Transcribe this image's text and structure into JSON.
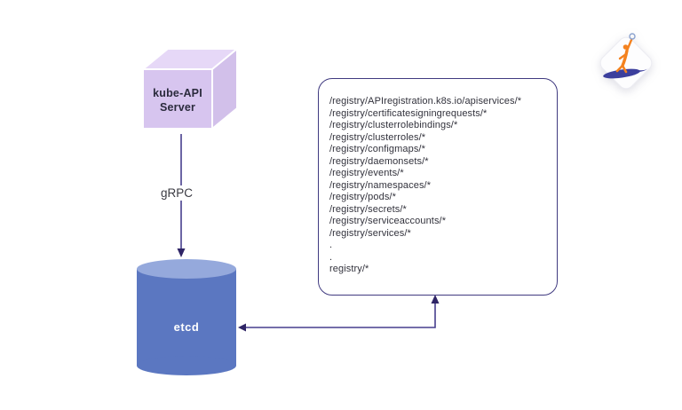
{
  "diagram": {
    "nodes": {
      "api_server": {
        "label": "kube-API Server",
        "shape": "cube"
      },
      "etcd": {
        "label": "etcd",
        "shape": "cylinder"
      }
    },
    "edges": {
      "api_to_etcd": {
        "label": "gRPC",
        "direction": "down"
      },
      "registry_to_etcd": {
        "direction": "box-to-etcd-double-arrow"
      }
    },
    "registry_box": {
      "lines": [
        "/registry/APIregistration.k8s.io/apiservices/*",
        "/registry/certificatesigningrequests/*",
        "/registry/clusterrolebindings/*",
        "/registry/clusterroles/*",
        "/registry/configmaps/*",
        "/registry/daemonsets/*",
        "/registry/events/*",
        "/registry/namespaces/*",
        "/registry/pods/*",
        "/registry/secrets/*",
        "/registry/serviceaccounts/*",
        "/registry/services/*",
        ".",
        ".",
        "registry/*"
      ]
    },
    "icons": {
      "logo": "surfer-on-swoosh-logo",
      "api_server": "cube-icon",
      "etcd": "cylinder-icon"
    },
    "colors": {
      "cube_front": "#d7c5ef",
      "cube_top": "#e6d8f7",
      "cube_side": "#d2c0ea",
      "cylinder_body": "#5b77c1",
      "cylinder_top": "#95a9dc",
      "connector": "#473f8d",
      "arrowhead": "#2f2566",
      "box_border": "#403a80",
      "path_text": "#32323c",
      "etcd_text": "#ffffff",
      "logo_person": "#f4821f",
      "logo_board": "#3c3f9d"
    }
  }
}
